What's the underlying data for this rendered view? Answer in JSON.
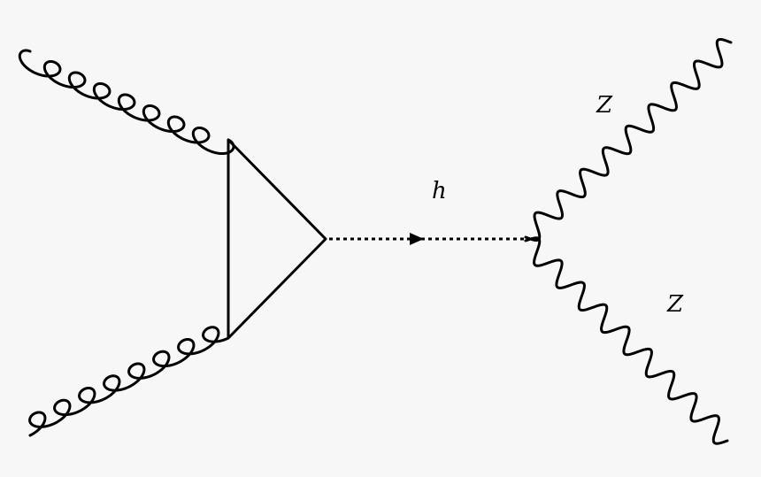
{
  "diagram": {
    "type": "feynman-diagram",
    "particles": {
      "higgs_label": "h",
      "z_upper_label": "Z",
      "z_lower_label": "Z"
    },
    "colors": {
      "background": "#f7f7f7",
      "line": "#000000"
    },
    "icons": {
      "gluon": "gluon-curly-line",
      "z_boson": "wavy-line",
      "higgs": "dashed-scalar-line",
      "loop": "triangle-loop"
    }
  }
}
